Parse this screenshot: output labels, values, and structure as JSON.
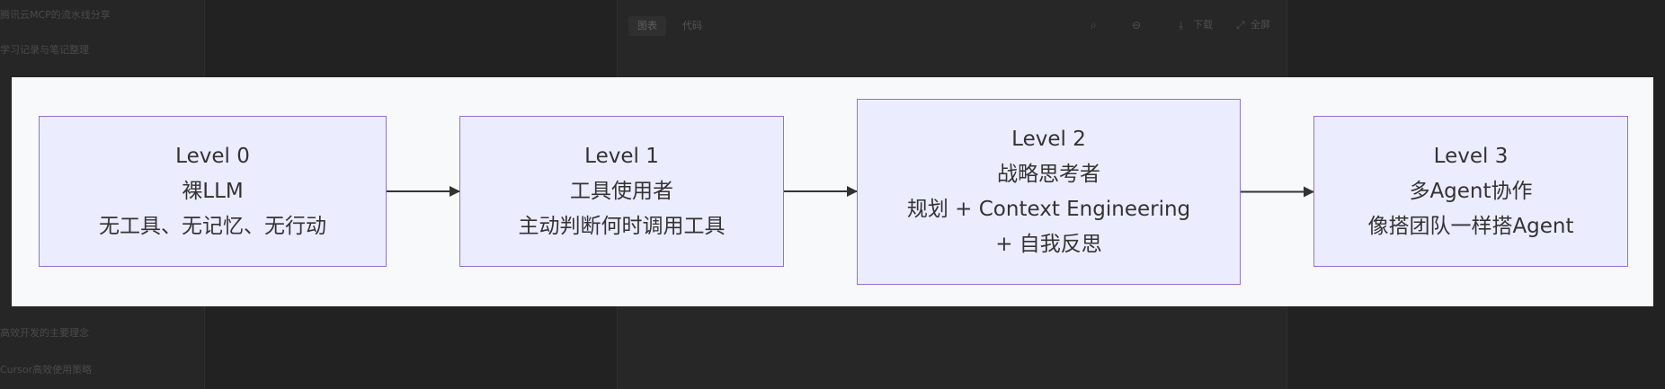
{
  "background": {
    "sidebar_items": [
      "腾讯云MCP的流水线分享",
      "学习记录与笔记整理",
      "",
      "",
      "",
      "",
      "",
      "",
      "高效开发的主要理念",
      "Cursor高效使用策略"
    ],
    "panel": {
      "tabs": [
        "图表",
        "代码"
      ],
      "actions": {
        "download_label": "下载",
        "fullscreen_label": "全屏"
      }
    }
  },
  "diagram": {
    "nodes": [
      {
        "lines": [
          "Level 0",
          "裸LLM",
          "无工具、无记忆、无行动"
        ]
      },
      {
        "lines": [
          "Level 1",
          "工具使用者",
          "主动判断何时调用工具"
        ]
      },
      {
        "lines": [
          "Level 2",
          "战略思考者",
          "规划 + Context Engineering",
          "+ 自我反思"
        ]
      },
      {
        "lines": [
          "Level 3",
          "多Agent协作",
          "像搭团队一样搭Agent"
        ]
      }
    ],
    "edges": [
      {
        "from": 0,
        "to": 1
      },
      {
        "from": 1,
        "to": 2
      },
      {
        "from": 2,
        "to": 3
      }
    ],
    "colors": {
      "node_fill": "#ececff",
      "node_border": "#9370db",
      "text": "#333333",
      "edge": "#333333",
      "canvas": "#f8f9fb"
    }
  }
}
